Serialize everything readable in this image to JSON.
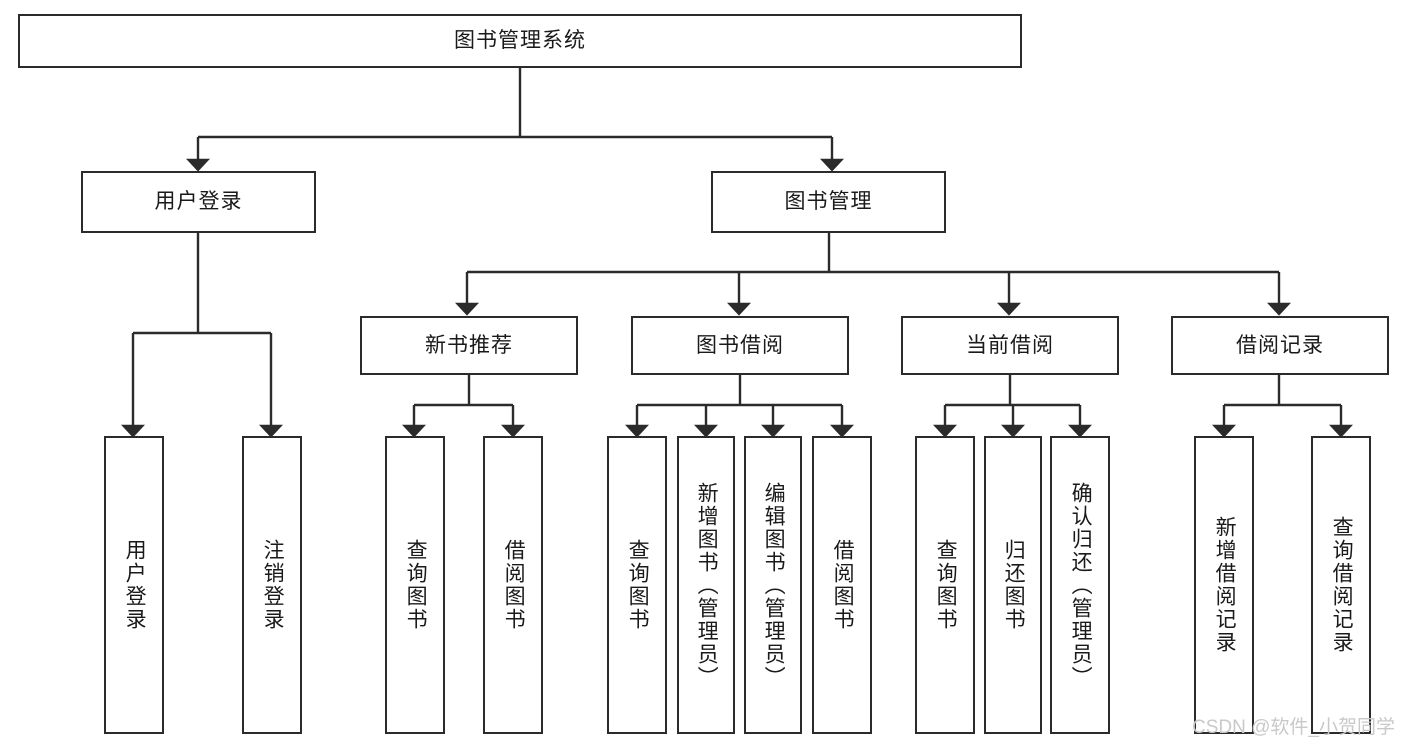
{
  "diagram": {
    "title": "图书管理系统",
    "watermark": "CSDN @软件_小贺同学",
    "colors": {
      "node_border": "#2b2b2b",
      "node_fill": "#ffffff",
      "edge": "#2b2b2b",
      "text": "#1a1a1a",
      "watermark": "#c9c9c9"
    },
    "nodes": {
      "root": {
        "label": "图书管理系统",
        "orientation": "horizontal"
      },
      "user_login": {
        "label": "用户登录",
        "orientation": "horizontal"
      },
      "book_manage": {
        "label": "图书管理",
        "orientation": "horizontal"
      },
      "new_book_rec": {
        "label": "新书推荐",
        "orientation": "horizontal"
      },
      "book_borrow": {
        "label": "图书借阅",
        "orientation": "horizontal"
      },
      "current_borrow": {
        "label": "当前借阅",
        "orientation": "horizontal"
      },
      "borrow_record": {
        "label": "借阅记录",
        "orientation": "horizontal"
      },
      "leaf_user_login": {
        "label": "用户登录",
        "orientation": "vertical"
      },
      "leaf_user_logout": {
        "label": "注销登录",
        "orientation": "vertical"
      },
      "leaf_rec_query": {
        "label": "查询图书",
        "orientation": "vertical"
      },
      "leaf_rec_borrow": {
        "label": "借阅图书",
        "orientation": "vertical"
      },
      "leaf_borrow_query": {
        "label": "查询图书",
        "orientation": "vertical"
      },
      "leaf_borrow_add": {
        "label": "新增图书（管理员）",
        "orientation": "vertical"
      },
      "leaf_borrow_edit": {
        "label": "编辑图书（管理员）",
        "orientation": "vertical"
      },
      "leaf_borrow_take": {
        "label": "借阅图书",
        "orientation": "vertical"
      },
      "leaf_cur_query": {
        "label": "查询图书",
        "orientation": "vertical"
      },
      "leaf_cur_return": {
        "label": "归还图书",
        "orientation": "vertical"
      },
      "leaf_cur_confirm": {
        "label": "确认归还（管理员）",
        "orientation": "vertical"
      },
      "leaf_rec_add": {
        "label": "新增借阅记录",
        "orientation": "vertical"
      },
      "leaf_rec_search": {
        "label": "查询借阅记录",
        "orientation": "vertical"
      }
    },
    "edges": [
      {
        "from": "root",
        "to": "user_login"
      },
      {
        "from": "root",
        "to": "book_manage"
      },
      {
        "from": "book_manage",
        "to": "new_book_rec"
      },
      {
        "from": "book_manage",
        "to": "book_borrow"
      },
      {
        "from": "book_manage",
        "to": "current_borrow"
      },
      {
        "from": "book_manage",
        "to": "borrow_record"
      },
      {
        "from": "user_login",
        "to": "leaf_user_login"
      },
      {
        "from": "user_login",
        "to": "leaf_user_logout"
      },
      {
        "from": "new_book_rec",
        "to": "leaf_rec_query"
      },
      {
        "from": "new_book_rec",
        "to": "leaf_rec_borrow"
      },
      {
        "from": "book_borrow",
        "to": "leaf_borrow_query"
      },
      {
        "from": "book_borrow",
        "to": "leaf_borrow_add"
      },
      {
        "from": "book_borrow",
        "to": "leaf_borrow_edit"
      },
      {
        "from": "book_borrow",
        "to": "leaf_borrow_take"
      },
      {
        "from": "current_borrow",
        "to": "leaf_cur_query"
      },
      {
        "from": "current_borrow",
        "to": "leaf_cur_return"
      },
      {
        "from": "current_borrow",
        "to": "leaf_cur_confirm"
      },
      {
        "from": "borrow_record",
        "to": "leaf_rec_add"
      },
      {
        "from": "borrow_record",
        "to": "leaf_rec_search"
      }
    ]
  }
}
